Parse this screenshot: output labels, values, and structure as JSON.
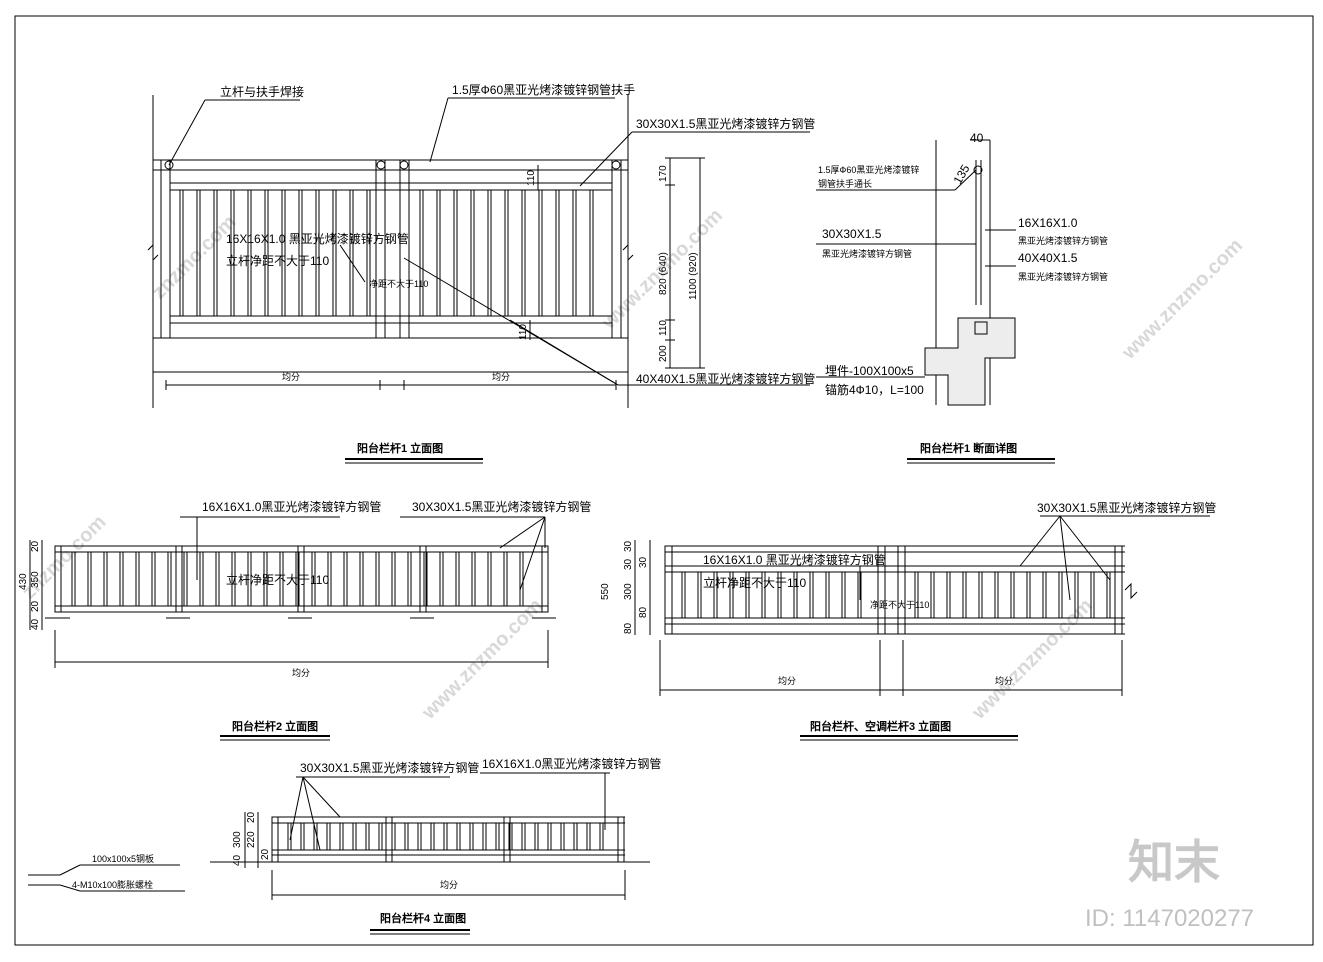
{
  "drawing": {
    "border_color": "#000000",
    "watermark": "znzmo.com",
    "watermark_url": "www.znzmo.com",
    "brand": "知末",
    "id_label": "ID: 1147020277"
  },
  "views": {
    "railing1_elevation": {
      "title": "阳台栏杆1 立面图",
      "labels": {
        "weld": "立杆与扶手焊接",
        "handrail": "1.5厚Ф60黑亚光烤漆镀锌钢管扶手",
        "tube30": "30X30X1.5黑亚光烤漆镀锌方钢管",
        "tube16": "16X16X1.0 黑亚光烤漆镀锌方钢管",
        "spacing": "立杆净距不大于110",
        "spacing_small": "净距不大于110",
        "tube40": "40X40X1.5黑亚光烤漆镀锌方钢管"
      },
      "dims": {
        "d170": "170",
        "d820": "820 (640)",
        "d1100": "1100 (920)",
        "d200": "200",
        "d110a": "110",
        "d110b": "110",
        "d110c": "110",
        "equal1": "均分",
        "equal2": "均分"
      }
    },
    "railing1_section": {
      "title": "阳台栏杆1 断面详图",
      "labels": {
        "d40": "40",
        "d135": "135",
        "handrail1": "1.5厚Ф60黑亚光烤漆镀锌",
        "handrail2": "钢管扶手通长",
        "tube30a": "30X30X1.5",
        "tube30b": "黑亚光烤漆镀锌方钢管",
        "tube16a": "16X16X1.0",
        "tube16b": "黑亚光烤漆镀锌方钢管",
        "tube40a": "40X40X1.5",
        "tube40b": "黑亚光烤漆镀锌方钢管",
        "embed1": "埋件-100X100x5",
        "embed2": "锚筋4Ф10，L=100"
      }
    },
    "railing2_elevation": {
      "title": "阳台栏杆2 立面图",
      "labels": {
        "tube16": "16X16X1.0黑亚光烤漆镀锌方钢管",
        "tube30": "30X30X1.5黑亚光烤漆镀锌方钢管",
        "spacing": "立杆净距不大于110"
      },
      "dims": {
        "d20a": "20",
        "d350": "350",
        "d430": "430",
        "d20b": "20",
        "d40": "40",
        "equal": "均分"
      }
    },
    "railing3_elevation": {
      "title": "阳台栏杆、空调栏杆3 立面图",
      "labels": {
        "tube30": "30X30X1.5黑亚光烤漆镀锌方钢管",
        "tube16": "16X16X1.0 黑亚光烤漆镀锌方钢管",
        "spacing": "立杆净距不大于110",
        "spacing_small": "净距不大于110"
      },
      "dims": {
        "d30a": "30",
        "d30b": "30",
        "d300": "300",
        "d550": "550",
        "d30c": "30",
        "d80a": "80",
        "d80b": "80",
        "equal1": "均分",
        "equal2": "均分"
      }
    },
    "railing4_elevation": {
      "title": "阳台栏杆4 立面图",
      "labels": {
        "tube30": "30X30X1.5黑亚光烤漆镀锌方钢管",
        "tube16": "16X16X1.0黑亚光烤漆镀锌方钢管"
      },
      "dims": {
        "d300": "300",
        "d220": "220",
        "d20a": "20",
        "d20b": "20",
        "d40": "40",
        "equal": "均分"
      }
    },
    "legend": {
      "plate": "100x100x5钢板",
      "bolt": "4-M10x100膨胀螺栓"
    }
  }
}
